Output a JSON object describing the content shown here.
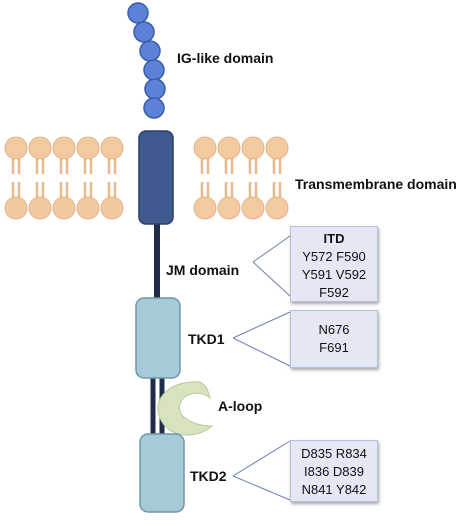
{
  "labels": {
    "ig_like_domain": "IG-like domain",
    "transmembrane_domain": "Transmembrane domain",
    "jm_domain": "JM domain",
    "tkd1": "TKD1",
    "a_loop": "A-loop",
    "tkd2": "TKD2"
  },
  "itd_box": {
    "title": "ITD",
    "lines": [
      "Y572 F590",
      "Y591 V592",
      "F592"
    ]
  },
  "tkd1_box": {
    "lines": [
      "N676",
      "F691"
    ]
  },
  "tkd2_box": {
    "lines": [
      "D835 R834",
      "I836 D839",
      "N841 Y842"
    ]
  },
  "colors": {
    "ig_circle": "#5b82d6",
    "transmembrane": "#3f5a8e",
    "lipid": "#f3c9a0",
    "tkd": "#a5cbd9",
    "a_loop": "#d7e3bf",
    "info_box": "#e3e8f4"
  }
}
